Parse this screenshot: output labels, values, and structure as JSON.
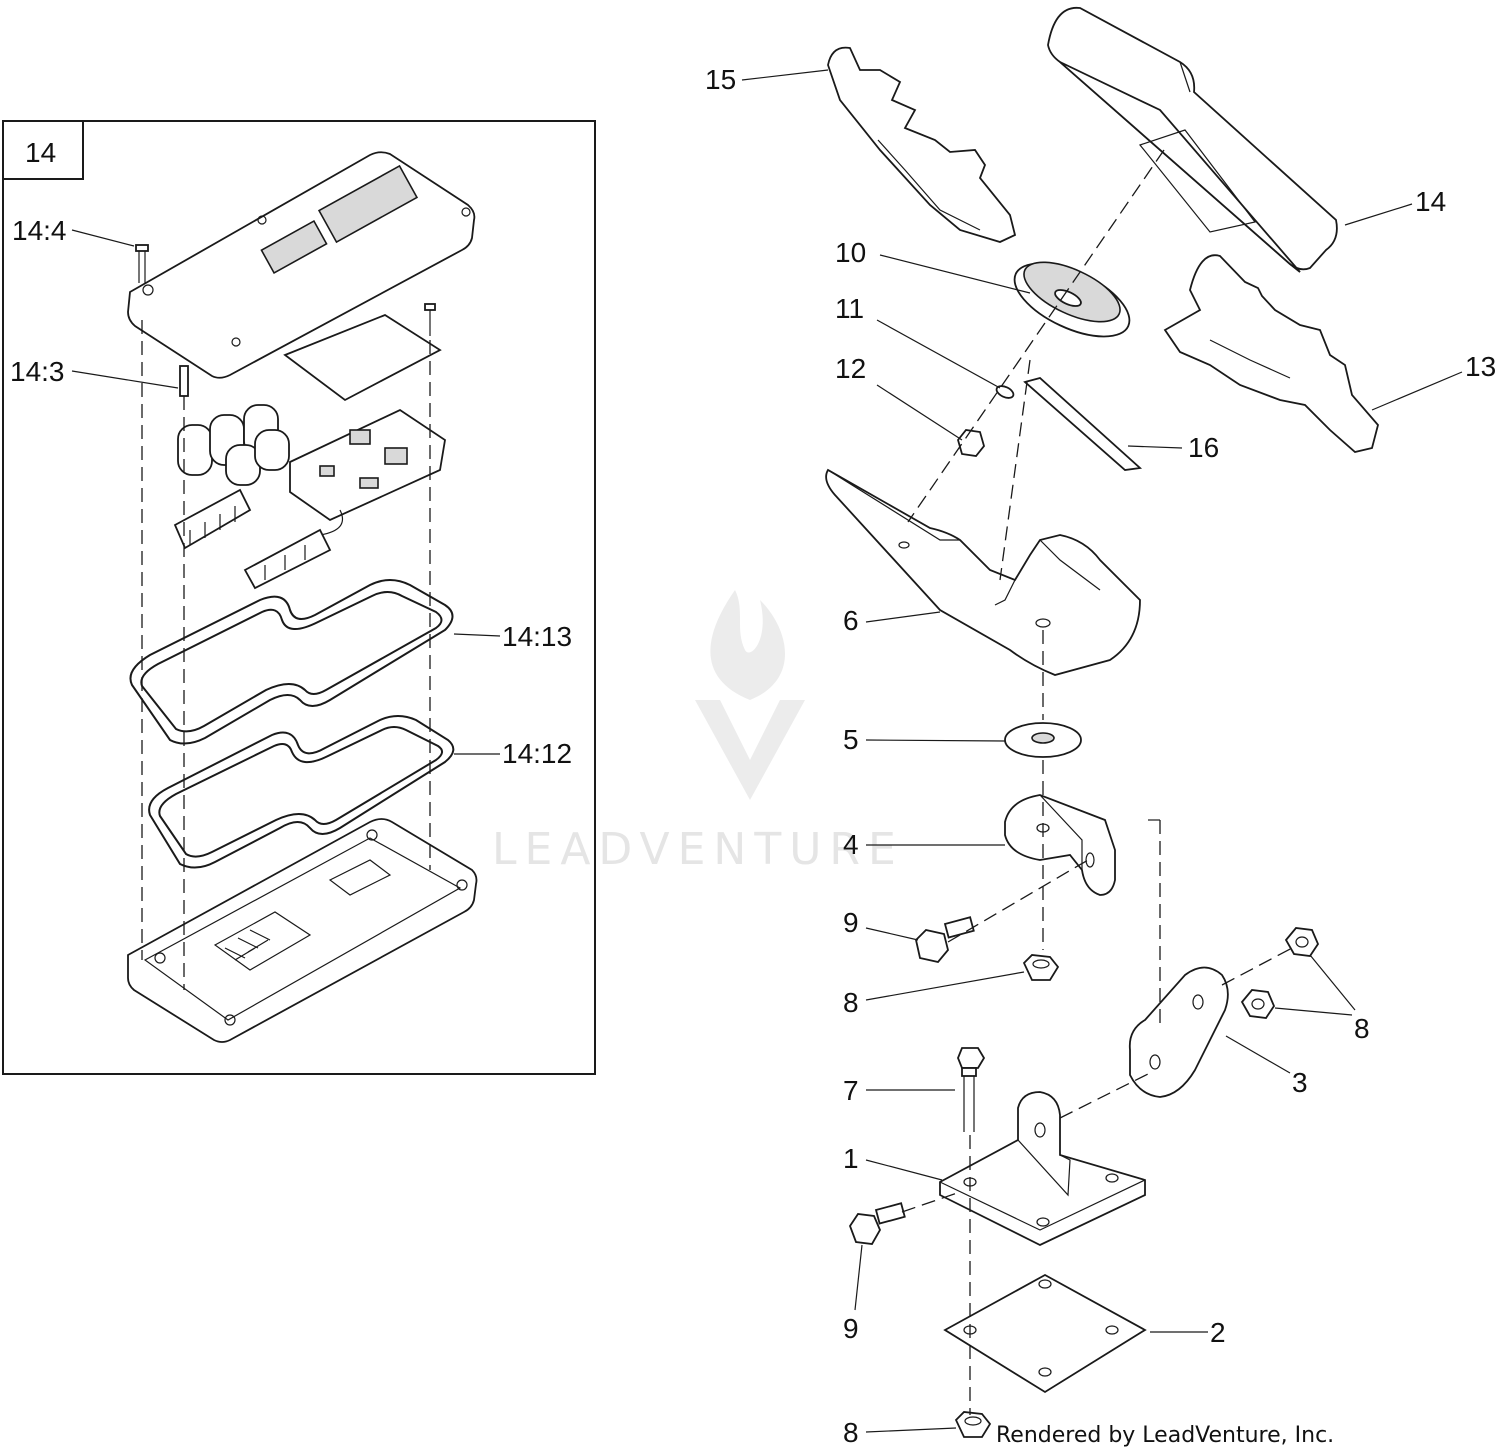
{
  "inset": {
    "box_label": "14",
    "callouts": [
      "14:4",
      "14:3",
      "14:13",
      "14:12"
    ]
  },
  "callouts": [
    "15",
    "14",
    "10",
    "11",
    "12",
    "16",
    "13",
    "6",
    "5",
    "4",
    "9",
    "8",
    "8",
    "3",
    "7",
    "1",
    "9",
    "2",
    "8"
  ],
  "watermark": {
    "text": "LEADVENTURE"
  },
  "footer": {
    "credit": "Rendered by LeadVenture, Inc."
  }
}
